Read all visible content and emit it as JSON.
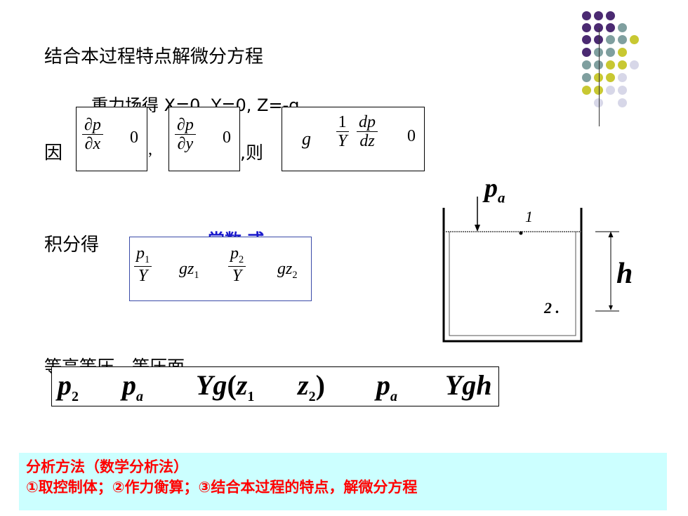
{
  "heading": "结合本过程特点解微分方程",
  "gravity_line": "重力场得 X=0, Y=0, Z=-g",
  "because_label": "因",
  "comma": ",",
  "then_label": ",则",
  "eq1": {
    "num": "∂p",
    "den": "∂x",
    "rhs": "0"
  },
  "eq2": {
    "num": "∂p",
    "den": "∂y",
    "rhs": "0"
  },
  "eq3": {
    "g": "g",
    "num1": "1",
    "den1": "Y",
    "num2": "dp",
    "den2": "dz",
    "rhs": "0"
  },
  "integrate_label": "积分得",
  "integrate_hidden": "常数 或",
  "eq4": {
    "p1": "p",
    "sub1": "1",
    "Y1": "Y",
    "gz1": "gz",
    "z1sub": "1",
    "p2": "p",
    "sub2": "2",
    "Y2": "Y",
    "gz2": "gz",
    "z2sub": "2"
  },
  "iso_label": "等高等压，等压面",
  "eq5": {
    "p": "p",
    "s2": "2",
    "pa": "p",
    "sa": "a",
    "Yg": "Yg",
    "lp": "(",
    "z": "z",
    "s1": "1",
    "z2": "z",
    "s22": "2",
    "rp": ")",
    "pa2": "p",
    "sa2": "a",
    "Ygh": "Ygh"
  },
  "diagram": {
    "pa_p": "p",
    "pa_a": "a",
    "point1": "1",
    "point2": "2 .",
    "h": "h"
  },
  "analysis": {
    "line1": "分析方法（数学分析法）",
    "line2": "①取控制体；②作力衡算；③结合本过程的特点，解微分方程"
  },
  "colors": {
    "purple": "#4b2a72",
    "teal": "#7f9f9f",
    "yellow": "#c8c832",
    "lavender": "#d7d7e8",
    "analysis_bg": "#ccffff",
    "analysis_text": "#ff0000"
  }
}
